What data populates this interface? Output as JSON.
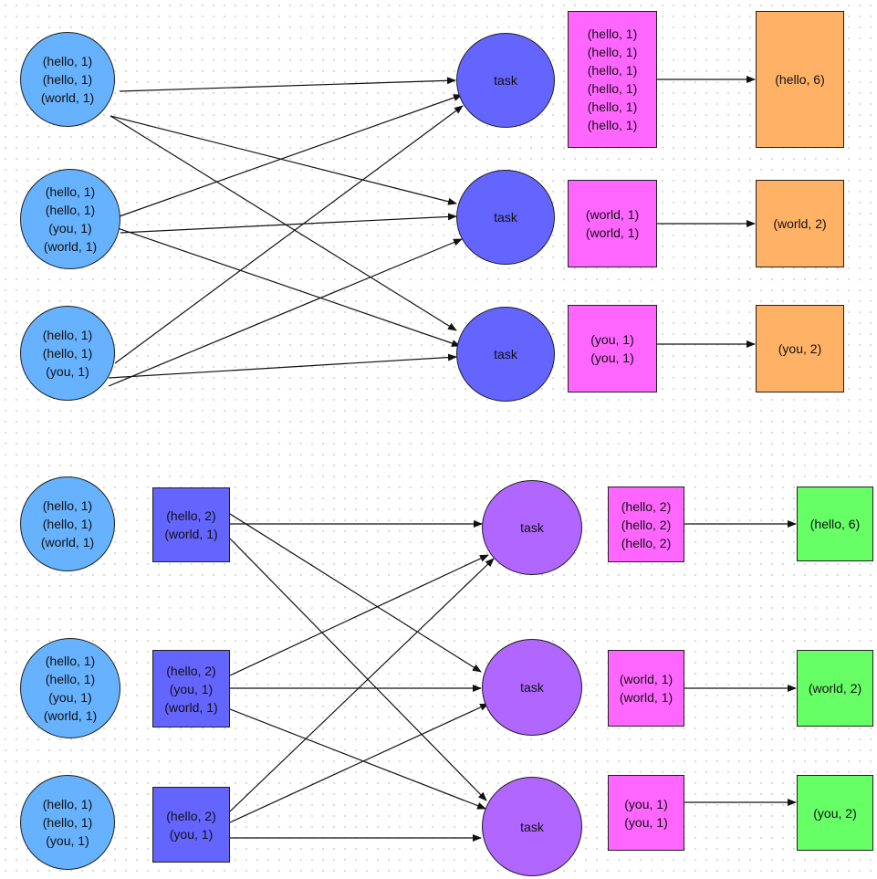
{
  "colors": {
    "input_circle": "#66b2ff",
    "task_top": "#6464ff",
    "combiner_box": "#6464ff",
    "task_bottom": "#b166ff",
    "shuffle_box": "#ff66ff",
    "result_top": "#ffb266",
    "result_bottom": "#66ff66"
  },
  "top": {
    "inputs": [
      {
        "lines": [
          "(hello, 1)",
          "(hello, 1)",
          "(world, 1)"
        ]
      },
      {
        "lines": [
          "(hello, 1)",
          "(hello, 1)",
          "(you, 1)",
          "(world, 1)"
        ]
      },
      {
        "lines": [
          "(hello, 1)",
          "(hello, 1)",
          "(you, 1)"
        ]
      }
    ],
    "tasks": [
      {
        "label": "task"
      },
      {
        "label": "task"
      },
      {
        "label": "task"
      }
    ],
    "groups": [
      {
        "lines": [
          "(hello, 1)",
          "(hello, 1)",
          "(hello, 1)",
          "(hello, 1)",
          "(hello, 1)",
          "(hello, 1)"
        ]
      },
      {
        "lines": [
          "(world, 1)",
          "(world, 1)"
        ]
      },
      {
        "lines": [
          "(you, 1)",
          "(you, 1)"
        ]
      }
    ],
    "results": [
      {
        "lines": [
          "(hello, 6)"
        ]
      },
      {
        "lines": [
          "(world, 2)"
        ]
      },
      {
        "lines": [
          "(you, 2)"
        ]
      }
    ]
  },
  "bottom": {
    "inputs": [
      {
        "lines": [
          "(hello, 1)",
          "(hello, 1)",
          "(world, 1)"
        ]
      },
      {
        "lines": [
          "(hello, 1)",
          "(hello, 1)",
          "(you, 1)",
          "(world, 1)"
        ]
      },
      {
        "lines": [
          "(hello, 1)",
          "(hello, 1)",
          "(you, 1)"
        ]
      }
    ],
    "combiners": [
      {
        "lines": [
          "(hello, 2)",
          "(world, 1)"
        ]
      },
      {
        "lines": [
          "(hello, 2)",
          "(you, 1)",
          "(world, 1)"
        ]
      },
      {
        "lines": [
          "(hello, 2)",
          "(you, 1)"
        ]
      }
    ],
    "tasks": [
      {
        "label": "task"
      },
      {
        "label": "task"
      },
      {
        "label": "task"
      }
    ],
    "groups": [
      {
        "lines": [
          "(hello, 2)",
          "(hello, 2)",
          "(hello, 2)"
        ]
      },
      {
        "lines": [
          "(world, 1)",
          "(world, 1)"
        ]
      },
      {
        "lines": [
          "(you, 1)",
          "(you, 1)"
        ]
      }
    ],
    "results": [
      {
        "lines": [
          "(hello, 6)"
        ]
      },
      {
        "lines": [
          "(world, 2)"
        ]
      },
      {
        "lines": [
          "(you, 2)"
        ]
      }
    ]
  }
}
